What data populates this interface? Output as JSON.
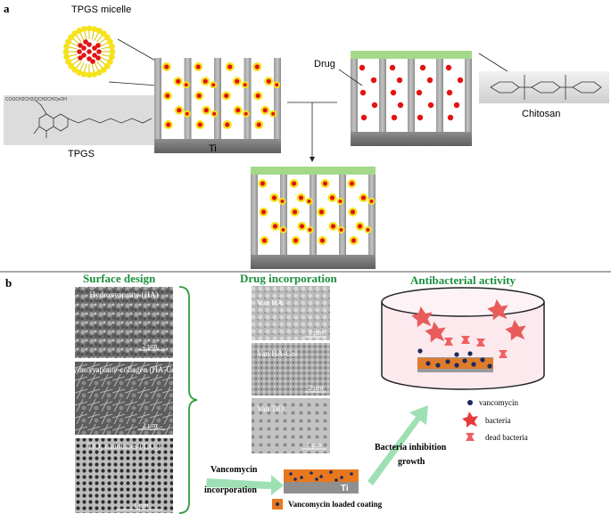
{
  "panel_a": {
    "label": "a",
    "micelle_title": "TPGS micelle",
    "drug_label": "Drug",
    "ti_label": "Ti",
    "tpgs_label": "TPGS",
    "chitosan_label": "Chitosan",
    "tpgs_formula_text": "COOCH2CH2(OCH2CH2)nOH"
  },
  "panel_b": {
    "label": "b",
    "col1_title": "Surface design",
    "col2_title": "Drug incorporation",
    "col3_title": "Antibacterial activity",
    "sem_surface": [
      {
        "label": "Hydroxyapatite (HA)",
        "scale": "2 µm"
      },
      {
        "label": "Hydroxyapatite-collagen (HA-Col)",
        "scale": "2 µm"
      },
      {
        "label": "TiO₂ nanotubes (TiO₂)",
        "scale": "1 µm"
      }
    ],
    "sem_drug": [
      {
        "label": "Van HA",
        "scale": "2 µm"
      },
      {
        "label": "Van HA-Col",
        "scale": "2 µm"
      },
      {
        "label": "Van TiO₂",
        "scale": "1 µm"
      }
    ],
    "arrow1_label": "Vancomycin incorporation",
    "arrow2_label": "Bacteria inhibition growth",
    "substrate_label": "Ti",
    "coating_legend": "Vancomycin loaded coating",
    "legend": [
      "vancomycin",
      "bacteria",
      "dead bacteria"
    ]
  },
  "colors": {
    "green_title": "#1a8f3c",
    "chitosan_green": "#9fd37f",
    "drug_red": "#e31313",
    "micelle_yellow": "#f5e21b",
    "coating_orange": "#e8781e",
    "arrow_green": "#9ee0b4",
    "bacteria_red": "#f06060"
  }
}
